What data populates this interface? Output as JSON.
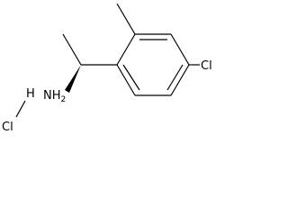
{
  "molecule": {
    "labels": {
      "chlorine_ring": "Cl",
      "amine": "NH2",
      "salt_chlorine": "Cl",
      "salt_hydrogen": "H"
    }
  },
  "colors": {
    "bond": "#000000",
    "text": "#000000",
    "background": "#ffffff"
  }
}
